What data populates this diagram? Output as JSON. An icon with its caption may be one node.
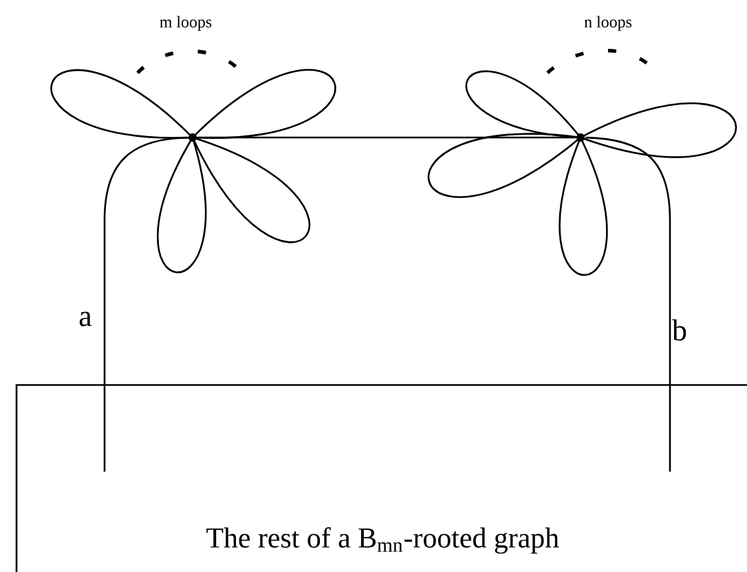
{
  "diagram": {
    "nodes": [
      {
        "text": [],
        "shape": "circle"
      },
      {
        "text": [],
        "shape": "circle"
      },
      {
        "text": [
          "The rest of a B$_{mn}$-rooted graph"
        ]
      }
    ],
    "edges": [
      {
        "from": 0,
        "to": 1,
        "arrow": "none"
      },
      {
        "from": 0,
        "to": 2,
        "arrow": "none",
        "label": "a"
      },
      {
        "from": 1,
        "to": 2,
        "arrow": "none",
        "label": "b"
      }
    ],
    "labels": [
      "m loops",
      "n loops"
    ]
  }
}
